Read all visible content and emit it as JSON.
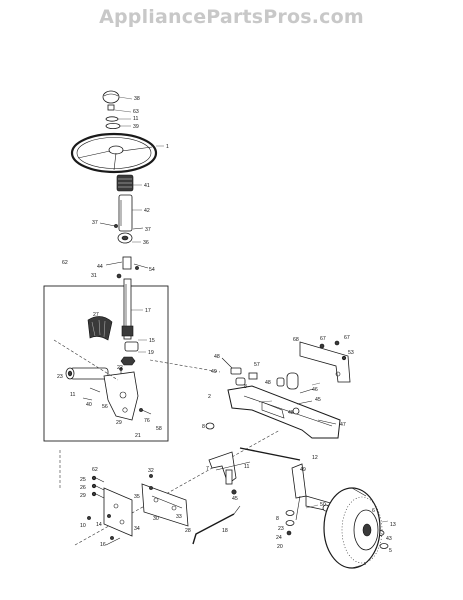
{
  "watermark": "AppliancePartsPros.com",
  "diagram": {
    "callouts": [
      {
        "id": "c1",
        "text": "38"
      },
      {
        "id": "c2",
        "text": "63"
      },
      {
        "id": "c3",
        "text": "11"
      },
      {
        "id": "c4",
        "text": "39"
      },
      {
        "id": "c5",
        "text": "1"
      },
      {
        "id": "c6",
        "text": "41"
      },
      {
        "id": "c7",
        "text": "42"
      },
      {
        "id": "c8",
        "text": "37"
      },
      {
        "id": "c9",
        "text": "37"
      },
      {
        "id": "c10",
        "text": "36"
      },
      {
        "id": "c11",
        "text": "44"
      },
      {
        "id": "c12",
        "text": "31"
      },
      {
        "id": "c13",
        "text": "54"
      },
      {
        "id": "c14",
        "text": "62"
      },
      {
        "id": "c15",
        "text": "17"
      },
      {
        "id": "c16",
        "text": "27"
      },
      {
        "id": "c17",
        "text": "15"
      },
      {
        "id": "c18",
        "text": "19"
      },
      {
        "id": "c19",
        "text": "22"
      },
      {
        "id": "c20",
        "text": "23"
      },
      {
        "id": "c21",
        "text": "11"
      },
      {
        "id": "c22",
        "text": "40"
      },
      {
        "id": "c23",
        "text": "56"
      },
      {
        "id": "c24",
        "text": "29"
      },
      {
        "id": "c25",
        "text": "21"
      },
      {
        "id": "c26",
        "text": "76"
      },
      {
        "id": "c27",
        "text": "58"
      },
      {
        "id": "c28",
        "text": "48"
      },
      {
        "id": "c29",
        "text": "49"
      },
      {
        "id": "c30",
        "text": "57"
      },
      {
        "id": "c31",
        "text": "8"
      },
      {
        "id": "c32",
        "text": "48"
      },
      {
        "id": "c33",
        "text": "2"
      },
      {
        "id": "c34",
        "text": "8"
      },
      {
        "id": "c35",
        "text": "68"
      },
      {
        "id": "c36",
        "text": "67"
      },
      {
        "id": "c37",
        "text": "67"
      },
      {
        "id": "c38",
        "text": "53"
      },
      {
        "id": "c39",
        "text": "46"
      },
      {
        "id": "c40",
        "text": "45"
      },
      {
        "id": "c41",
        "text": "48"
      },
      {
        "id": "c42",
        "text": "47"
      },
      {
        "id": "c43",
        "text": "7"
      },
      {
        "id": "c44",
        "text": "11"
      },
      {
        "id": "c45",
        "text": "45"
      },
      {
        "id": "c46",
        "text": "12"
      },
      {
        "id": "c47",
        "text": "49"
      },
      {
        "id": "c48",
        "text": "50"
      },
      {
        "id": "c49",
        "text": "18"
      },
      {
        "id": "c50",
        "text": "8"
      },
      {
        "id": "c51",
        "text": "23"
      },
      {
        "id": "c52",
        "text": "24"
      },
      {
        "id": "c53",
        "text": "20"
      },
      {
        "id": "c54",
        "text": "62"
      },
      {
        "id": "c55",
        "text": "25"
      },
      {
        "id": "c56",
        "text": "26"
      },
      {
        "id": "c57",
        "text": "29"
      },
      {
        "id": "c58",
        "text": "32"
      },
      {
        "id": "c59",
        "text": "35"
      },
      {
        "id": "c60",
        "text": "10"
      },
      {
        "id": "c61",
        "text": "14"
      },
      {
        "id": "c62",
        "text": "16"
      },
      {
        "id": "c63",
        "text": "30"
      },
      {
        "id": "c64",
        "text": "33"
      },
      {
        "id": "c65",
        "text": "28"
      },
      {
        "id": "c66",
        "text": "34"
      },
      {
        "id": "c67",
        "text": "6"
      },
      {
        "id": "c68",
        "text": "13"
      },
      {
        "id": "c69",
        "text": "43"
      },
      {
        "id": "c70",
        "text": "5"
      }
    ]
  }
}
